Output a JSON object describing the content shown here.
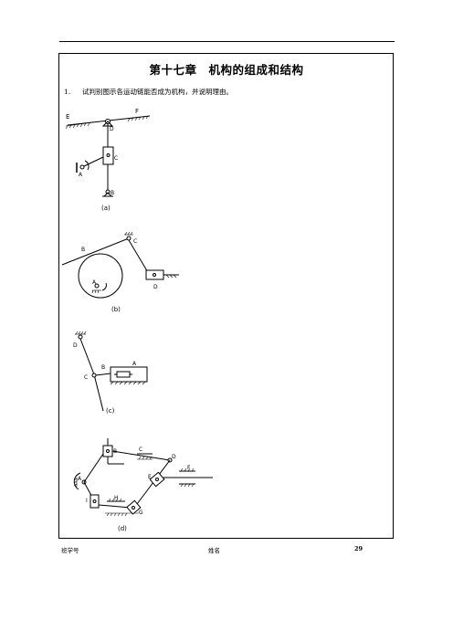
{
  "page": {
    "title": "第十七章　机构的组成和结构",
    "question_number": "1.",
    "question_text": "试判别图示各运动链能否成为机构，并说明理由。",
    "footer": {
      "left": "班学号",
      "middle": "姓名",
      "page_number": "29"
    }
  },
  "figures": {
    "a": {
      "caption": "(a)",
      "labels": [
        "E",
        "F",
        "D",
        "C",
        "A",
        "B"
      ]
    },
    "b": {
      "caption": "(b)",
      "labels": [
        "B",
        "C",
        "A",
        "D"
      ]
    },
    "c": {
      "caption": "(c)",
      "labels": [
        "D",
        "A",
        "B",
        "C"
      ]
    },
    "d": {
      "caption": "(d)",
      "labels": [
        "B",
        "C",
        "D",
        "E",
        "F",
        "A",
        "I",
        "H",
        "G"
      ]
    }
  }
}
